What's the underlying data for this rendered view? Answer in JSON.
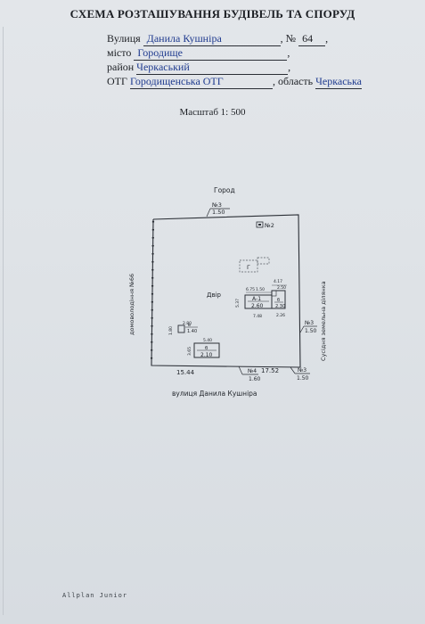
{
  "title": "СХЕМА РОЗТАШУВАННЯ БУДІВЕЛЬ ТА СПОРУД",
  "address": {
    "street_label": "Вулиця",
    "street_value": "Данила Кушніра",
    "number_label": ", №",
    "number_value": "64",
    "number_suffix": ",",
    "city_label": "місто",
    "city_value": "Городище",
    "city_suffix": ",",
    "district_label": "район",
    "district_value": "Черкаський",
    "district_suffix": ",",
    "otg_label": "ОТГ",
    "otg_value": "Городищенська ОТГ",
    "region_label": ", область",
    "region_value": "Черкаська"
  },
  "scale": "Масштаб 1: 500",
  "plan": {
    "north_label": "Город",
    "yard_label": "Двір",
    "street_label": "вулиця  Данила  Кушніра",
    "west_label": "домоволодіння №66",
    "east_label": "Сусідня  земельна  ділянка",
    "top_mark_no": "№3",
    "top_mark_len": "1.50",
    "well_label": "№2",
    "shed_label": "Г",
    "building_a": "А-1",
    "building_a_value": "2.60",
    "building_a_top": "6.75",
    "building_a_side": "5.37",
    "building_a_bottom": "7.48",
    "building_a_dim_small": "1.50",
    "building_6_label": "б",
    "building_6_value": "2.30",
    "building_6_top": "4.17",
    "building_6_top2": "2.50",
    "building_6_bottom": "2.26",
    "building_b_label": "в",
    "building_b_value": "1.40",
    "building_b_top": "2.80",
    "building_b_side": "1.80",
    "building_bb_label": "б",
    "building_bb_value": "2.10",
    "building_bb_top": "5.40",
    "building_bb_side": "3.65",
    "east_mark_no": "№3",
    "east_mark_len": "1.50",
    "front_left_len": "15.44",
    "front_gate_no": "№4",
    "front_gate_len": "1.60",
    "front_right_len": "17.52",
    "front_mark_no": "№3",
    "front_mark_len": "1.50"
  },
  "footer": "Allplan Junior"
}
